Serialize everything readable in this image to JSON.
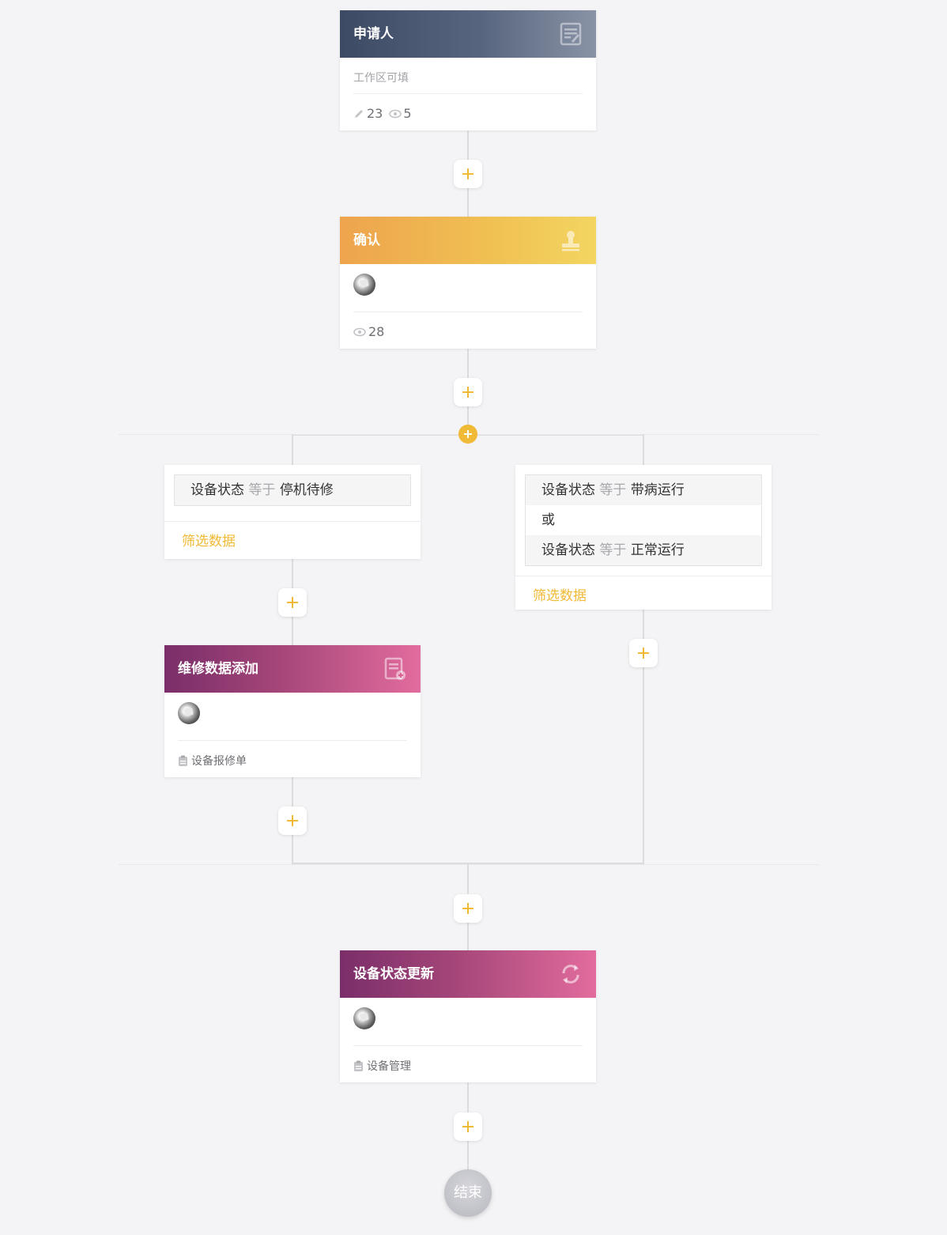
{
  "nodes": {
    "applicant": {
      "title": "申请人",
      "icon": "form-edit-icon",
      "subtitle": "工作区可填",
      "edit_count": "23",
      "view_count": "5"
    },
    "confirm": {
      "title": "确认",
      "icon": "stamp-icon",
      "view_count": "28"
    },
    "repair_add": {
      "title": "维修数据添加",
      "icon": "add-record-icon",
      "form_name": "设备报修单"
    },
    "status_update": {
      "title": "设备状态更新",
      "icon": "sync-icon",
      "form_name": "设备管理"
    }
  },
  "branches": {
    "left": {
      "conditions": [
        {
          "field": "设备状态",
          "op": "等于",
          "value": "停机待修"
        }
      ],
      "filter_label": "筛选数据"
    },
    "right": {
      "conditions": [
        {
          "field": "设备状态",
          "op": "等于",
          "value": "带病运行"
        },
        {
          "field": "设备状态",
          "op": "等于",
          "value": "正常运行"
        }
      ],
      "or_label": "或",
      "filter_label": "筛选数据"
    }
  },
  "end_label": "结束",
  "colors": {
    "accent": "#f0b936",
    "slate_header": "#3d4a63",
    "gold_header": "#eea44d",
    "plum_header": "#7a2e69"
  }
}
